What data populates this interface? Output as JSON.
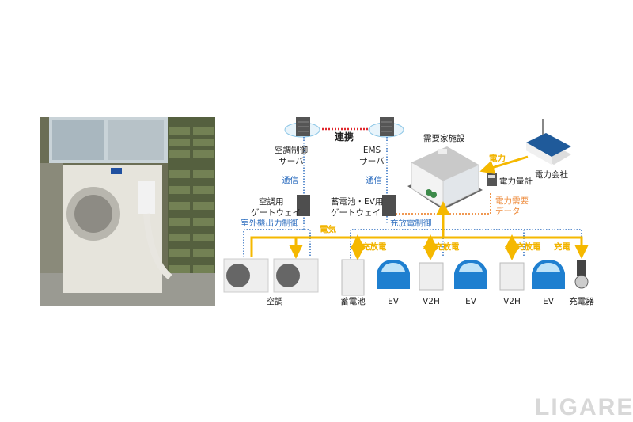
{
  "servers": {
    "ac_server": [
      "空調制御",
      "サーバ"
    ],
    "ems_server": [
      "EMS",
      "サーバ"
    ],
    "link_label": "連携",
    "comm_label": "通信"
  },
  "gateways": {
    "ac_gateway": [
      "空調用",
      "ゲートウェイ"
    ],
    "battery_ev_gateway": [
      "蓄電池・EV用",
      "ゲートウェイ"
    ]
  },
  "facility": {
    "label": "需要家施設",
    "meter": "電力量計",
    "power_label": "電力",
    "power_company": "電力会社",
    "demand_data": [
      "電力需要",
      "データ"
    ]
  },
  "control": {
    "outdoor_unit_control": "室外機出力制御",
    "charge_discharge_control": "充放電制御",
    "electricity": "電気",
    "charge_discharge": "充放電",
    "charge": "充電"
  },
  "devices": [
    "空調",
    "蓄電池",
    "EV",
    "V2H",
    "EV",
    "V2H",
    "EV",
    "充電器"
  ],
  "watermark": "LIGARE",
  "colors": {
    "power": "#f5b800",
    "comm": "#2f6fc0",
    "data": "#ee8a3a",
    "link": "#e0262b",
    "ev": "#1e7fd0"
  }
}
